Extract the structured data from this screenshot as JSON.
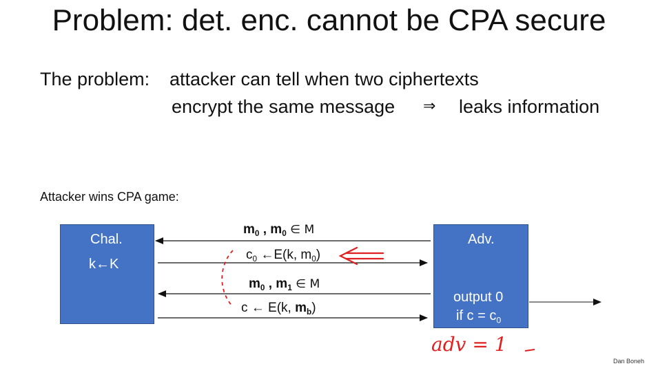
{
  "slide": {
    "title": "Problem:  det. enc. cannot be CPA secure",
    "problem_intro": "The problem:",
    "problem_line1": "attacker can tell when two ciphertexts",
    "problem_line2_a": "encrypt the same message",
    "implies_symbol": "⇒",
    "problem_line2_b": "leaks information",
    "game_label": "Attacker wins CPA game:",
    "credit": "Dan Boneh"
  },
  "challenger": {
    "name": "Chal.",
    "key_gen": "k←K"
  },
  "adversary": {
    "name": "Adv.",
    "output_line1": "output 0",
    "output_line2_a": "if c = c",
    "output_line2_sub": "0"
  },
  "messages": {
    "m1": {
      "a": "m",
      "a_sub": "0",
      "sep": " , ",
      "b": "m",
      "b_sub": "0",
      "rest": " ∈ M"
    },
    "r1": {
      "a": "c",
      "a_sub": "0",
      "mid": " ←E(k, m",
      "b_sub": "0",
      "end": ")"
    },
    "m2": {
      "a": "m",
      "a_sub": "0",
      "sep": " , ",
      "b": "m",
      "b_sub": "1",
      "rest": " ∈ M"
    },
    "r2": {
      "a": "c ← E(k, ",
      "b": "m",
      "b_sub": "b",
      "end": ")"
    }
  },
  "annotation": {
    "text": "adv = 1",
    "color": "#e02020"
  },
  "colors": {
    "box_fill": "#4472c4",
    "box_border": "#2f528f",
    "annotation": "#e02020"
  }
}
